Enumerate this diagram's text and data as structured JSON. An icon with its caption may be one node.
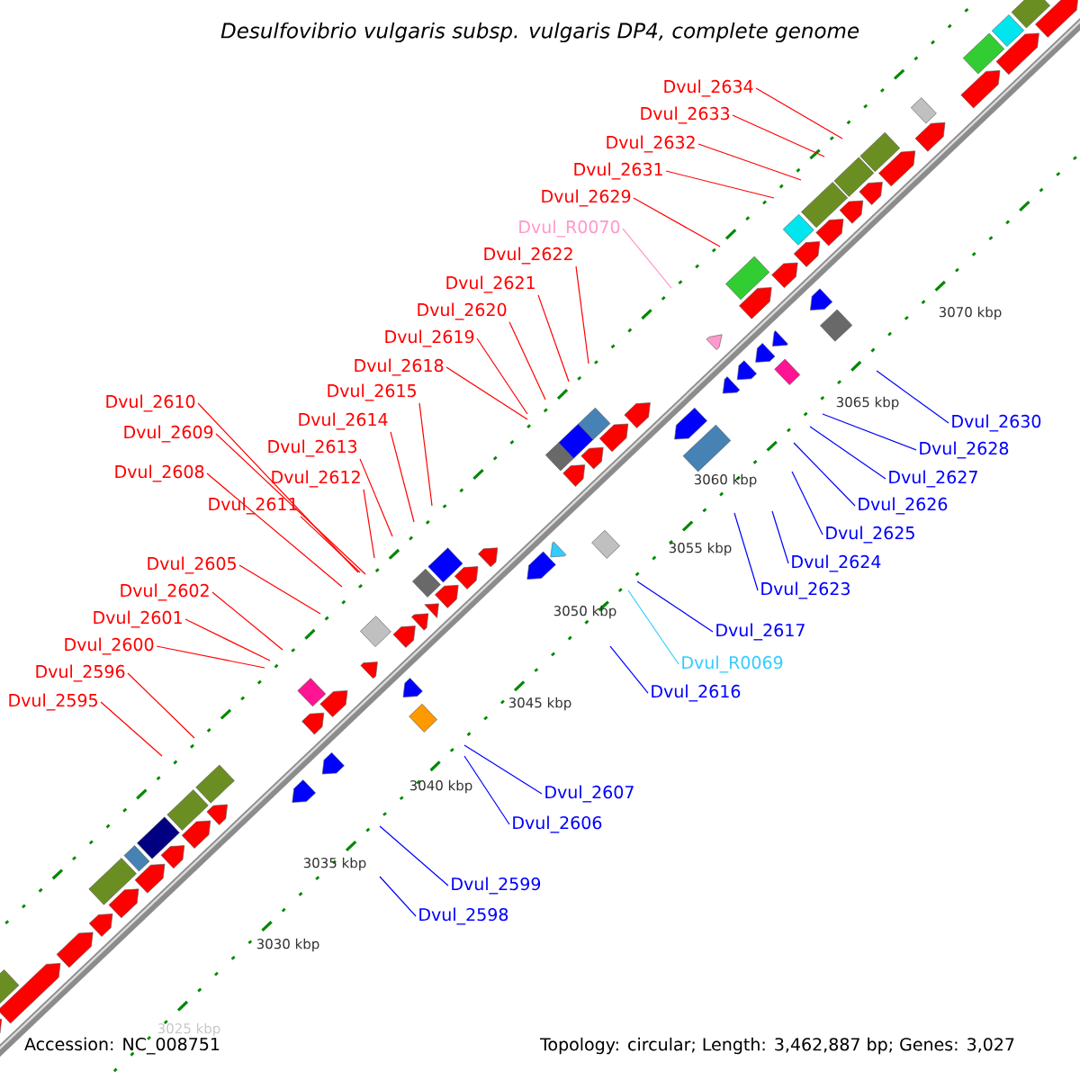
{
  "diagram": {
    "title": "Desulfovibrio vulgaris subsp. vulgaris DP4, complete genome",
    "nodes": [
      {
        "text": [
          "Dvul_2634"
        ]
      },
      {
        "text": [
          "Dvul_2633"
        ]
      },
      {
        "text": [
          "Dvul_2632"
        ]
      },
      {
        "text": [
          "Dvul_2631"
        ]
      },
      {
        "text": [
          "Dvul_2629"
        ]
      },
      {
        "text": [
          "Dvul_R0070"
        ]
      },
      {
        "text": [
          "Dvul_2622"
        ]
      },
      {
        "text": [
          "Dvul_2621"
        ]
      },
      {
        "text": [
          "Dvul_2620"
        ]
      },
      {
        "text": [
          "Dvul_2619"
        ]
      },
      {
        "text": [
          "Dvul_2618"
        ]
      },
      {
        "text": [
          "Dvul_2615"
        ]
      },
      {
        "text": [
          "Dvul_2614"
        ]
      },
      {
        "text": [
          "Dvul_2613"
        ]
      },
      {
        "text": [
          "Dvul_2612"
        ]
      },
      {
        "text": [
          "Dvul_2611"
        ]
      },
      {
        "text": [
          "Dvul_2610"
        ]
      },
      {
        "text": [
          "Dvul_2609"
        ]
      },
      {
        "text": [
          "Dvul_2608"
        ]
      },
      {
        "text": [
          "Dvul_2605"
        ]
      },
      {
        "text": [
          "Dvul_2602"
        ]
      },
      {
        "text": [
          "Dvul_2601"
        ]
      },
      {
        "text": [
          "Dvul_2600"
        ]
      },
      {
        "text": [
          "Dvul_2596"
        ]
      },
      {
        "text": [
          "Dvul_2595"
        ]
      },
      {
        "text": [
          "Dvul_2630"
        ]
      },
      {
        "text": [
          "Dvul_2628"
        ]
      },
      {
        "text": [
          "Dvul_2627"
        ]
      },
      {
        "text": [
          "Dvul_2626"
        ]
      },
      {
        "text": [
          "Dvul_2625"
        ]
      },
      {
        "text": [
          "Dvul_2624"
        ]
      },
      {
        "text": [
          "Dvul_2623"
        ]
      },
      {
        "text": [
          "Dvul_2617"
        ]
      },
      {
        "text": [
          "Dvul_R0069"
        ]
      },
      {
        "text": [
          "Dvul_2616"
        ]
      },
      {
        "text": [
          "Dvul_2607"
        ]
      },
      {
        "text": [
          "Dvul_2606"
        ]
      },
      {
        "text": [
          "Dvul_2599"
        ]
      },
      {
        "text": [
          "Dvul_2598"
        ]
      }
    ],
    "edges": [
      {
        "from": 0,
        "to": null,
        "arrow": "none"
      },
      {
        "from": 1,
        "to": null,
        "arrow": "none"
      },
      {
        "from": 2,
        "to": null,
        "arrow": "none"
      },
      {
        "from": 3,
        "to": null,
        "arrow": "none"
      },
      {
        "from": 4,
        "to": null,
        "arrow": "none"
      },
      {
        "from": 5,
        "to": null,
        "arrow": "none",
        "color": "#ff99cc"
      },
      {
        "from": 6,
        "to": null,
        "arrow": "none"
      },
      {
        "from": 7,
        "to": null,
        "arrow": "none"
      },
      {
        "from": 8,
        "to": null,
        "arrow": "none"
      },
      {
        "from": 9,
        "to": null,
        "arrow": "none"
      },
      {
        "from": 10,
        "to": null,
        "arrow": "none"
      },
      {
        "from": 11,
        "to": null,
        "arrow": "none"
      },
      {
        "from": 12,
        "to": null,
        "arrow": "none"
      },
      {
        "from": 13,
        "to": null,
        "arrow": "none"
      },
      {
        "from": 14,
        "to": null,
        "arrow": "none"
      },
      {
        "from": 15,
        "to": null,
        "arrow": "none"
      },
      {
        "from": 16,
        "to": null,
        "arrow": "none"
      },
      {
        "from": 17,
        "to": null,
        "arrow": "none"
      },
      {
        "from": 18,
        "to": null,
        "arrow": "none"
      },
      {
        "from": 19,
        "to": null,
        "arrow": "none"
      },
      {
        "from": 20,
        "to": null,
        "arrow": "none"
      },
      {
        "from": 21,
        "to": null,
        "arrow": "none"
      },
      {
        "from": 22,
        "to": null,
        "arrow": "none"
      },
      {
        "from": 23,
        "to": null,
        "arrow": "none"
      },
      {
        "from": 24,
        "to": null,
        "arrow": "none"
      },
      {
        "from": 25,
        "to": null,
        "arrow": "none",
        "color": "#0000ff"
      },
      {
        "from": 26,
        "to": null,
        "arrow": "none",
        "color": "#0000ff"
      },
      {
        "from": 27,
        "to": null,
        "arrow": "none",
        "color": "#0000ff"
      },
      {
        "from": 28,
        "to": null,
        "arrow": "none",
        "color": "#0000ff"
      },
      {
        "from": 29,
        "to": null,
        "arrow": "none",
        "color": "#0000ff"
      },
      {
        "from": 30,
        "to": null,
        "arrow": "none",
        "color": "#0000ff"
      },
      {
        "from": 31,
        "to": null,
        "arrow": "none",
        "color": "#0000ff"
      },
      {
        "from": 32,
        "to": null,
        "arrow": "none",
        "color": "#0000ff"
      },
      {
        "from": 33,
        "to": null,
        "arrow": "none",
        "color": "#33ccff"
      },
      {
        "from": 34,
        "to": null,
        "arrow": "none",
        "color": "#0000ff"
      },
      {
        "from": 35,
        "to": null,
        "arrow": "none",
        "color": "#0000ff"
      },
      {
        "from": 36,
        "to": null,
        "arrow": "none",
        "color": "#0000ff"
      },
      {
        "from": 37,
        "to": null,
        "arrow": "none",
        "color": "#0000ff"
      },
      {
        "from": 38,
        "to": null,
        "arrow": "none",
        "color": "#0000ff"
      }
    ],
    "labels": [
      "3070 kbp",
      "3065 kbp",
      "3060 kbp",
      "3055 kbp",
      "3050 kbp",
      "3045 kbp",
      "3040 kbp",
      "3035 kbp",
      "3030 kbp",
      "3025 kbp",
      "Accession: NC_008751",
      "Topology: circular; Length: 3,462,887 bp; Genes: 3,027"
    ]
  }
}
